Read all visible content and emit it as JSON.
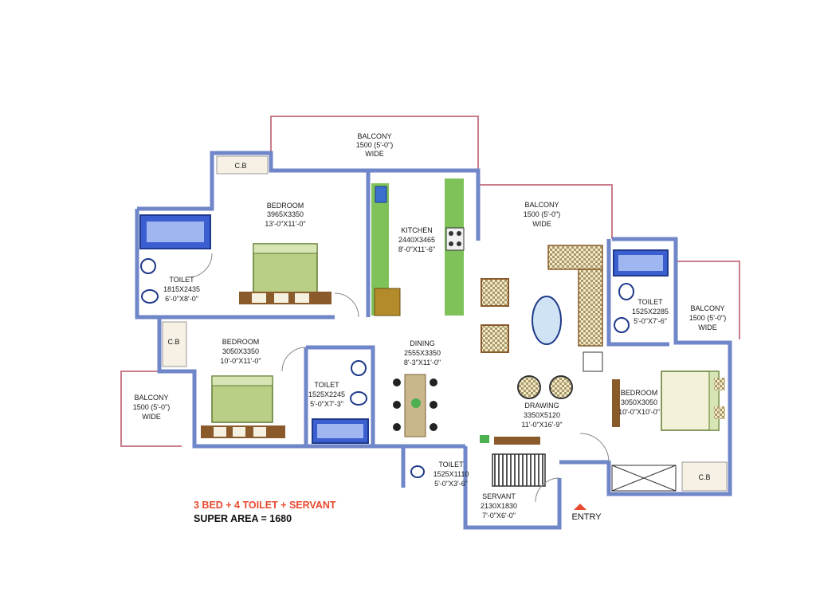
{
  "colors": {
    "wall": "#6f86c8",
    "balcony_rail": "#c97c8a",
    "counter": "#7fc25a",
    "bed": "#b9cf86",
    "bath": "#3b5fd0",
    "accent": "#e8492f",
    "wood": "#8a5a2b"
  },
  "rooms": {
    "balcony_top": {
      "name": "BALCONY",
      "size": "1500 (5'-0\")",
      "extra": "WIDE"
    },
    "balcony_mid": {
      "name": "BALCONY",
      "size": "1500 (5'-0\")",
      "extra": "WIDE"
    },
    "balcony_right": {
      "name": "BALCONY",
      "size": "1500 (5'-0\")",
      "extra": "WIDE"
    },
    "balcony_left": {
      "name": "BALCONY",
      "size": "1500 (5'-0\")",
      "extra": "WIDE"
    },
    "cb_top": "C.B",
    "cb_left": "C.B",
    "cb_right": "C.B",
    "bedroom_1": {
      "name": "BEDROOM",
      "metric": "3965X3350",
      "imperial": "13'-0\"X11'-0\""
    },
    "toilet_1": {
      "name": "TOILET",
      "metric": "1815X2435",
      "imperial": "6'-0\"X8'-0\""
    },
    "kitchen": {
      "name": "KITCHEN",
      "metric": "2440X3465",
      "imperial": "8'-0\"X11'-6\""
    },
    "bedroom_2": {
      "name": "BEDROOM",
      "metric": "3050X3350",
      "imperial": "10'-0\"X11'-0\""
    },
    "toilet_2": {
      "name": "TOILET",
      "metric": "1525X2245",
      "imperial": "5'-0\"X7'-3\""
    },
    "dining": {
      "name": "DINING",
      "metric": "2555X3350",
      "imperial": "8'-3\"X11'-0\""
    },
    "toilet_3": {
      "name": "TOILET",
      "metric": "1525X2285",
      "imperial": "5'-0\"X7'-6\""
    },
    "drawing": {
      "name": "DRAWING",
      "metric": "3350X5120",
      "imperial": "11'-0\"X16'-9\""
    },
    "bedroom_3": {
      "name": "BEDROOM",
      "metric": "3050X3050",
      "imperial": "10'-0\"X10'-0\""
    },
    "toilet_4": {
      "name": "TOILET",
      "metric": "1525X1110",
      "imperial": "5'-0\"X3'-6\""
    },
    "servant": {
      "name": "SERVANT",
      "metric": "2130X1830",
      "imperial": "7'-0\"X6'-0\""
    },
    "entry": "ENTRY"
  },
  "footer": {
    "config": "3 BED + 4 TOILET  + SERVANT",
    "area": "SUPER AREA = 1680"
  }
}
